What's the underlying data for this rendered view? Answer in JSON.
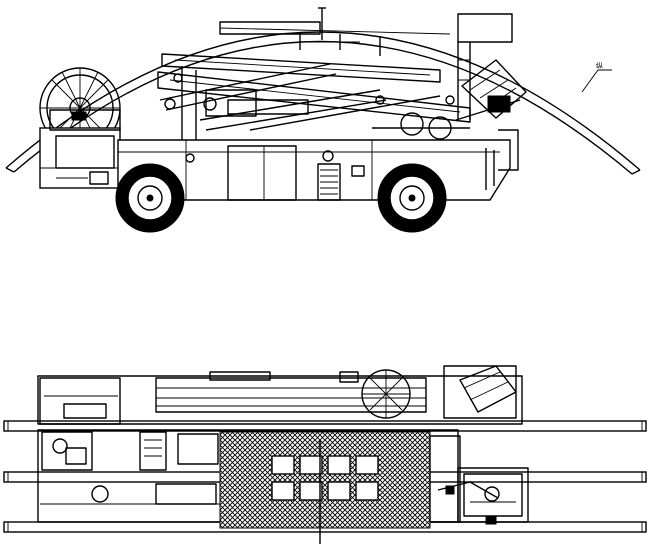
{
  "drawing": {
    "callout_label": "纵",
    "views": [
      "side-elevation",
      "top-plan"
    ]
  }
}
